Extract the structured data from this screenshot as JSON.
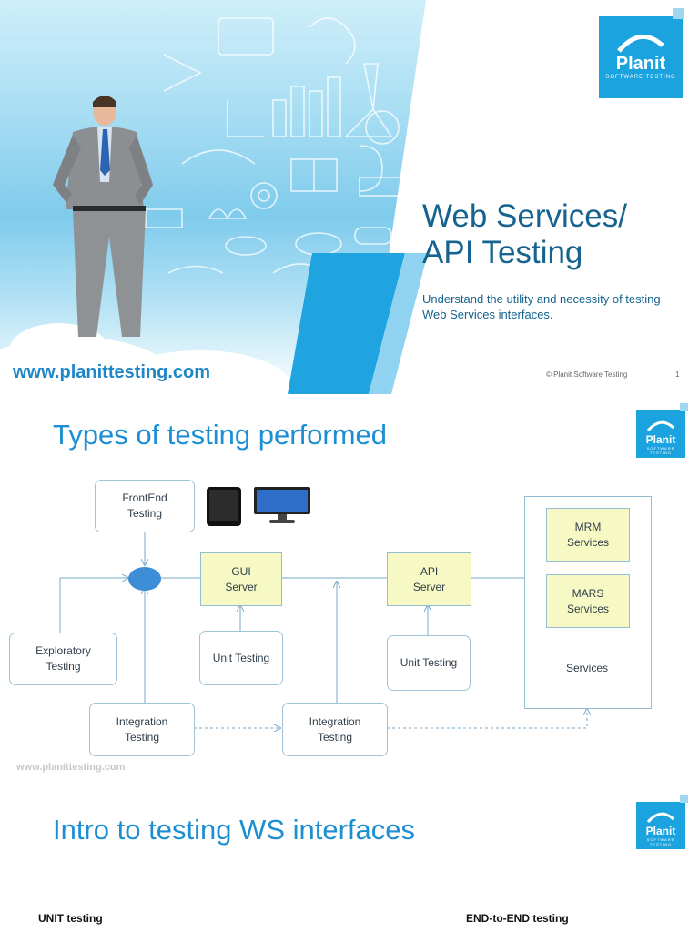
{
  "slide1": {
    "website": "www.planittesting.com",
    "title_line1": "Web Services/",
    "title_line2": "API Testing",
    "subtitle": "Understand the utility and necessity of testing Web Services interfaces.",
    "copyright": "© Planit Software Testing",
    "page_number": "1",
    "logo": {
      "name": "Planit",
      "tagline": "SOFTWARE TESTING"
    }
  },
  "slide2": {
    "title": "Types of testing performed",
    "logo": {
      "name": "Planit",
      "tagline": "SOFTWARE TESTING"
    },
    "nodes": {
      "frontend": "FrontEnd\nTesting",
      "exploratory": "Exploratory\nTesting",
      "gui_server": "GUI\nServer",
      "unit1": "Unit Testing",
      "integration1": "Integration\nTesting",
      "api_server": "API\nServer",
      "unit2": "Unit Testing",
      "integration2": "Integration\nTesting",
      "mrm": "MRM\nServices",
      "mars": "MARS\nServices",
      "services": "Services"
    },
    "website": "www.planittesting.com"
  },
  "slide3": {
    "title": "Intro to testing WS interfaces",
    "logo": {
      "name": "Planit",
      "tagline": "SOFTWARE TESTING"
    },
    "left_caption": "UNIT testing",
    "right_caption": "END-to-END testing"
  },
  "colors": {
    "brand_blue": "#1aa3de",
    "title_blue": "#1c8fd3",
    "heading_navy": "#17638f"
  }
}
